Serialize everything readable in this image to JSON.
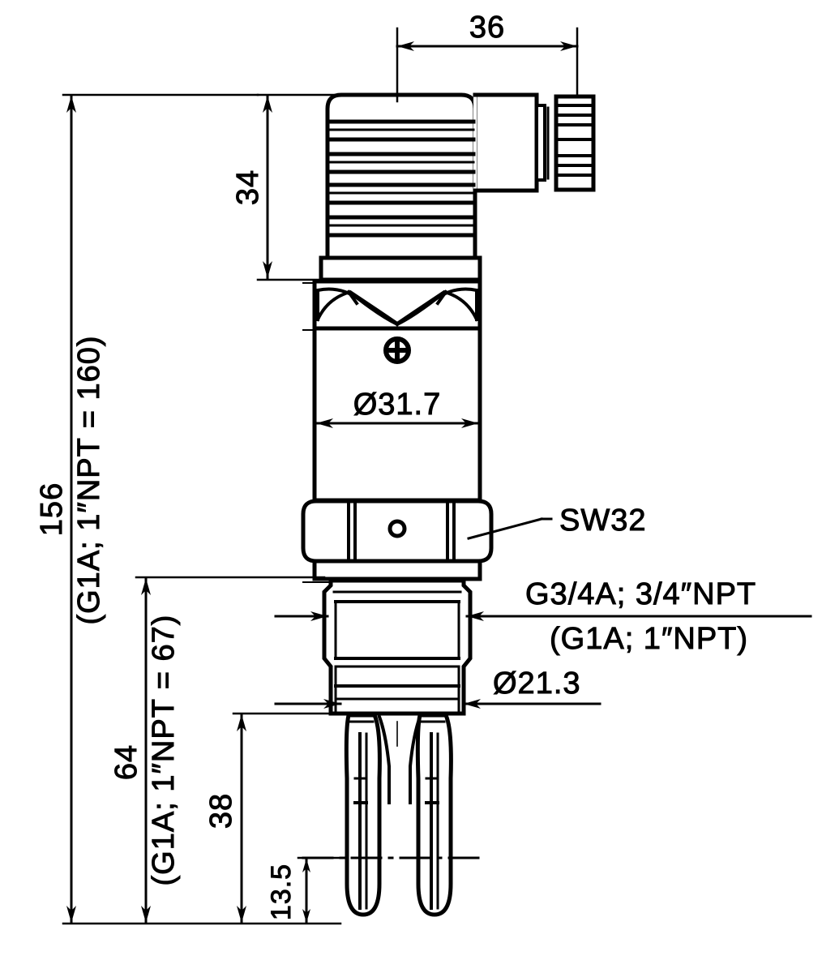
{
  "drawing": {
    "title": "Vibrating fork level switch - dimensional drawing",
    "units": "mm",
    "line_color": "#000000",
    "background_color": "#ffffff"
  },
  "dimensions": {
    "width_connector": "36",
    "height_connector": "34",
    "total_height": "156",
    "total_height_alt": "(G1A; 1″NPT = 160)",
    "body_diameter": "Ø31.7",
    "wrench_size": "SW32",
    "process_thread": "G3/4A;  3/4″NPT",
    "process_thread_alt": "(G1A;  1″NPT)",
    "probe_diameter": "Ø21.3",
    "insertion_length": "64",
    "insertion_length_alt": "(G1A; 1″NPT = 67)",
    "fork_length": "38",
    "fork_tip_offset": "13.5"
  },
  "parts": {
    "connector": "angled-cable-connector",
    "knurled_cap": "knurled-cap",
    "housing": "sensor-housing",
    "collar": "threaded-collar",
    "screw": "cross-head-screw",
    "hex_nut": "hex-nut-sw32",
    "process_connection": "threaded-process-connection",
    "fork": "tuning-fork-probe"
  }
}
